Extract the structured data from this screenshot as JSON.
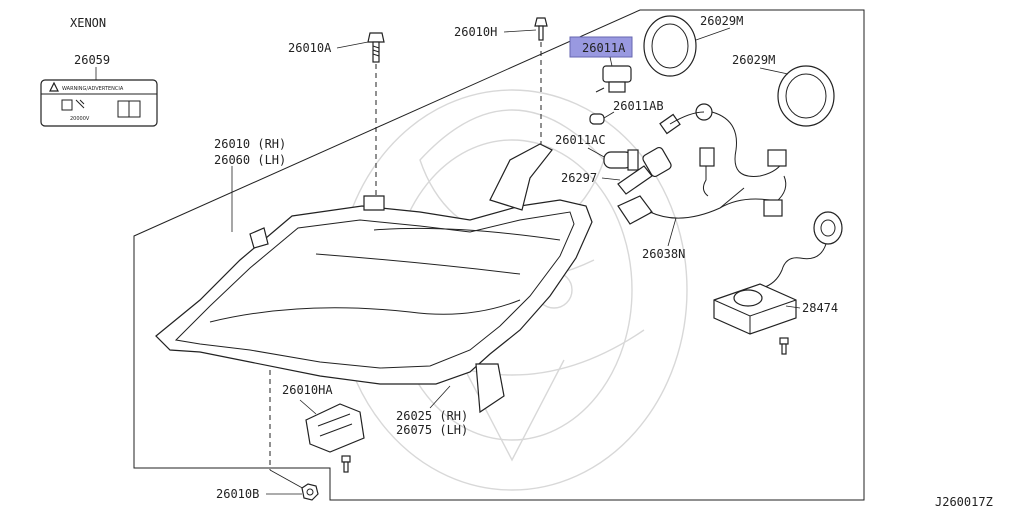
{
  "diagram": {
    "variant_label": "XENON",
    "diagram_code": "J260017Z",
    "highlight_color": "#9999e0",
    "warning_label": {
      "part_number": "26059",
      "header_text": "WARNING/ADVERTENCIA",
      "voltage_text": "20000V"
    },
    "callouts": [
      {
        "id": "bolt-top",
        "text": "26010A"
      },
      {
        "id": "screw-top",
        "text": "26010H"
      },
      {
        "id": "bulb-main",
        "text": "26011A",
        "highlighted": true
      },
      {
        "id": "cap-rear-1",
        "text": "26029M"
      },
      {
        "id": "cap-rear-2",
        "text": "26029M"
      },
      {
        "id": "bulb-small",
        "text": "26011AB"
      },
      {
        "id": "bulb-amber",
        "text": "26011AC"
      },
      {
        "id": "xenon-bulb",
        "text": "26297"
      },
      {
        "id": "harness",
        "text": "26038N"
      },
      {
        "id": "ballast",
        "text": "28474"
      },
      {
        "id": "headlamp-rh",
        "text": "26010 (RH)"
      },
      {
        "id": "headlamp-lh",
        "text": "26060 (LH)"
      },
      {
        "id": "bracket-ha",
        "text": "26010HA"
      },
      {
        "id": "bracket-rh",
        "text": "26025 (RH)"
      },
      {
        "id": "bracket-lh",
        "text": "26075 (LH)"
      },
      {
        "id": "nut-bottom",
        "text": "26010B"
      }
    ]
  }
}
